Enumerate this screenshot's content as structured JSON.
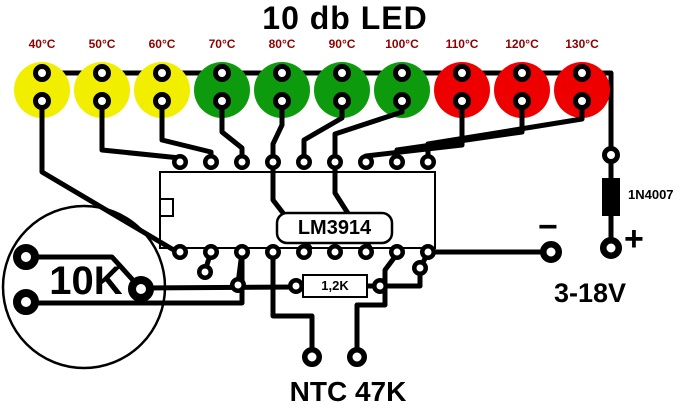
{
  "title": "10 db LED",
  "colors": {
    "temp_label": "#8b0000",
    "board": "#ffffff",
    "trace": "#000000"
  },
  "leds": [
    {
      "label": "40°C",
      "color": "#f2ee00"
    },
    {
      "label": "50°C",
      "color": "#f2ee00"
    },
    {
      "label": "60°C",
      "color": "#f2ee00"
    },
    {
      "label": "70°C",
      "color": "#0d9b0d"
    },
    {
      "label": "80°C",
      "color": "#0d9b0d"
    },
    {
      "label": "90°C",
      "color": "#0d9b0d"
    },
    {
      "label": "100°C",
      "color": "#0d9b0d"
    },
    {
      "label": "110°C",
      "color": "#ee0000"
    },
    {
      "label": "120°C",
      "color": "#ee0000"
    },
    {
      "label": "130°C",
      "color": "#ee0000"
    }
  ],
  "ic": {
    "label": "LM3914"
  },
  "potentiometer": {
    "label": "10K"
  },
  "resistor": {
    "label": "1,2K"
  },
  "thermistor": {
    "label": "NTC 47K"
  },
  "diode": {
    "label": "1N4007"
  },
  "power": {
    "label": "3-18V",
    "minus": "−",
    "plus": "+"
  }
}
